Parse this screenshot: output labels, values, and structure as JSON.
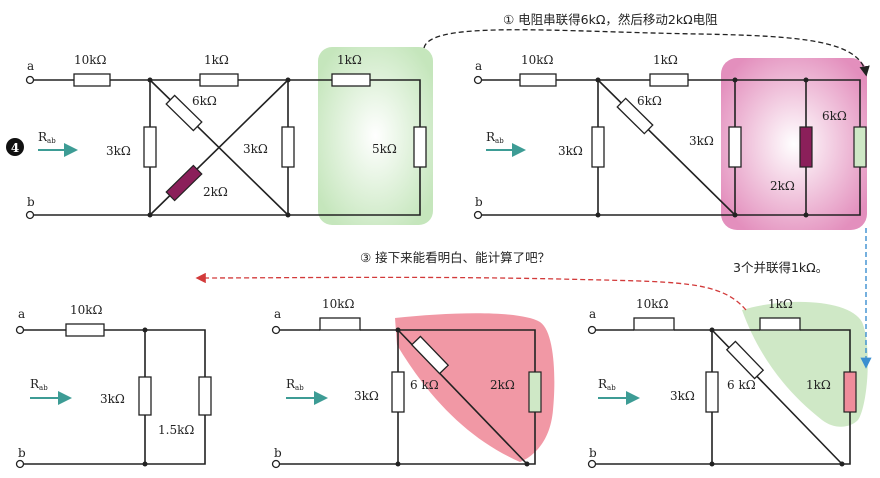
{
  "colors": {
    "green_highlight": "#cfe8c6",
    "pink_highlight": "#e9a6c9",
    "red_highlight": "#ef8d9b",
    "purple_resistor": "#8b1f5a",
    "arrow_teal": "#3d9c95",
    "dashed_black": "#222222",
    "dashed_blue": "#3b8fd0",
    "dashed_red": "#d23a3a"
  },
  "step_badge": "4",
  "annotations": {
    "step1": "① 电阻串联得6kΩ，然后移动2kΩ电阻",
    "step2": "3个并联得1kΩ。",
    "step3": "③ 接下来能看明白、能计算了吧？"
  },
  "terminals": {
    "a": "a",
    "b": "b",
    "rab_main": "R",
    "rab_sub": "ab"
  },
  "circuit1": {
    "r_series": "10kΩ",
    "r_top": "1kΩ",
    "r_diag1": "6kΩ",
    "r_diag2": "2kΩ",
    "r_left": "3kΩ",
    "r_right": "3kΩ",
    "r_green_top": "1kΩ",
    "r_green_right": "5kΩ"
  },
  "circuit2": {
    "r_series": "10kΩ",
    "r_top": "1kΩ",
    "r_diag": "6kΩ",
    "r_left": "3kΩ",
    "r_mid": "3kΩ",
    "r_purple": "2kΩ",
    "r_right": "6kΩ"
  },
  "circuit3": {
    "r_series": "10kΩ",
    "r_left": "3kΩ",
    "r_right": "1.5kΩ"
  },
  "circuit4": {
    "r_series": "10kΩ",
    "r_left": "3kΩ",
    "r_diag": "6 kΩ",
    "r_right": "2kΩ"
  },
  "circuit5": {
    "r_series": "10kΩ",
    "r_top": "1kΩ",
    "r_left": "3kΩ",
    "r_diag": "6 kΩ",
    "r_right": "1kΩ"
  }
}
